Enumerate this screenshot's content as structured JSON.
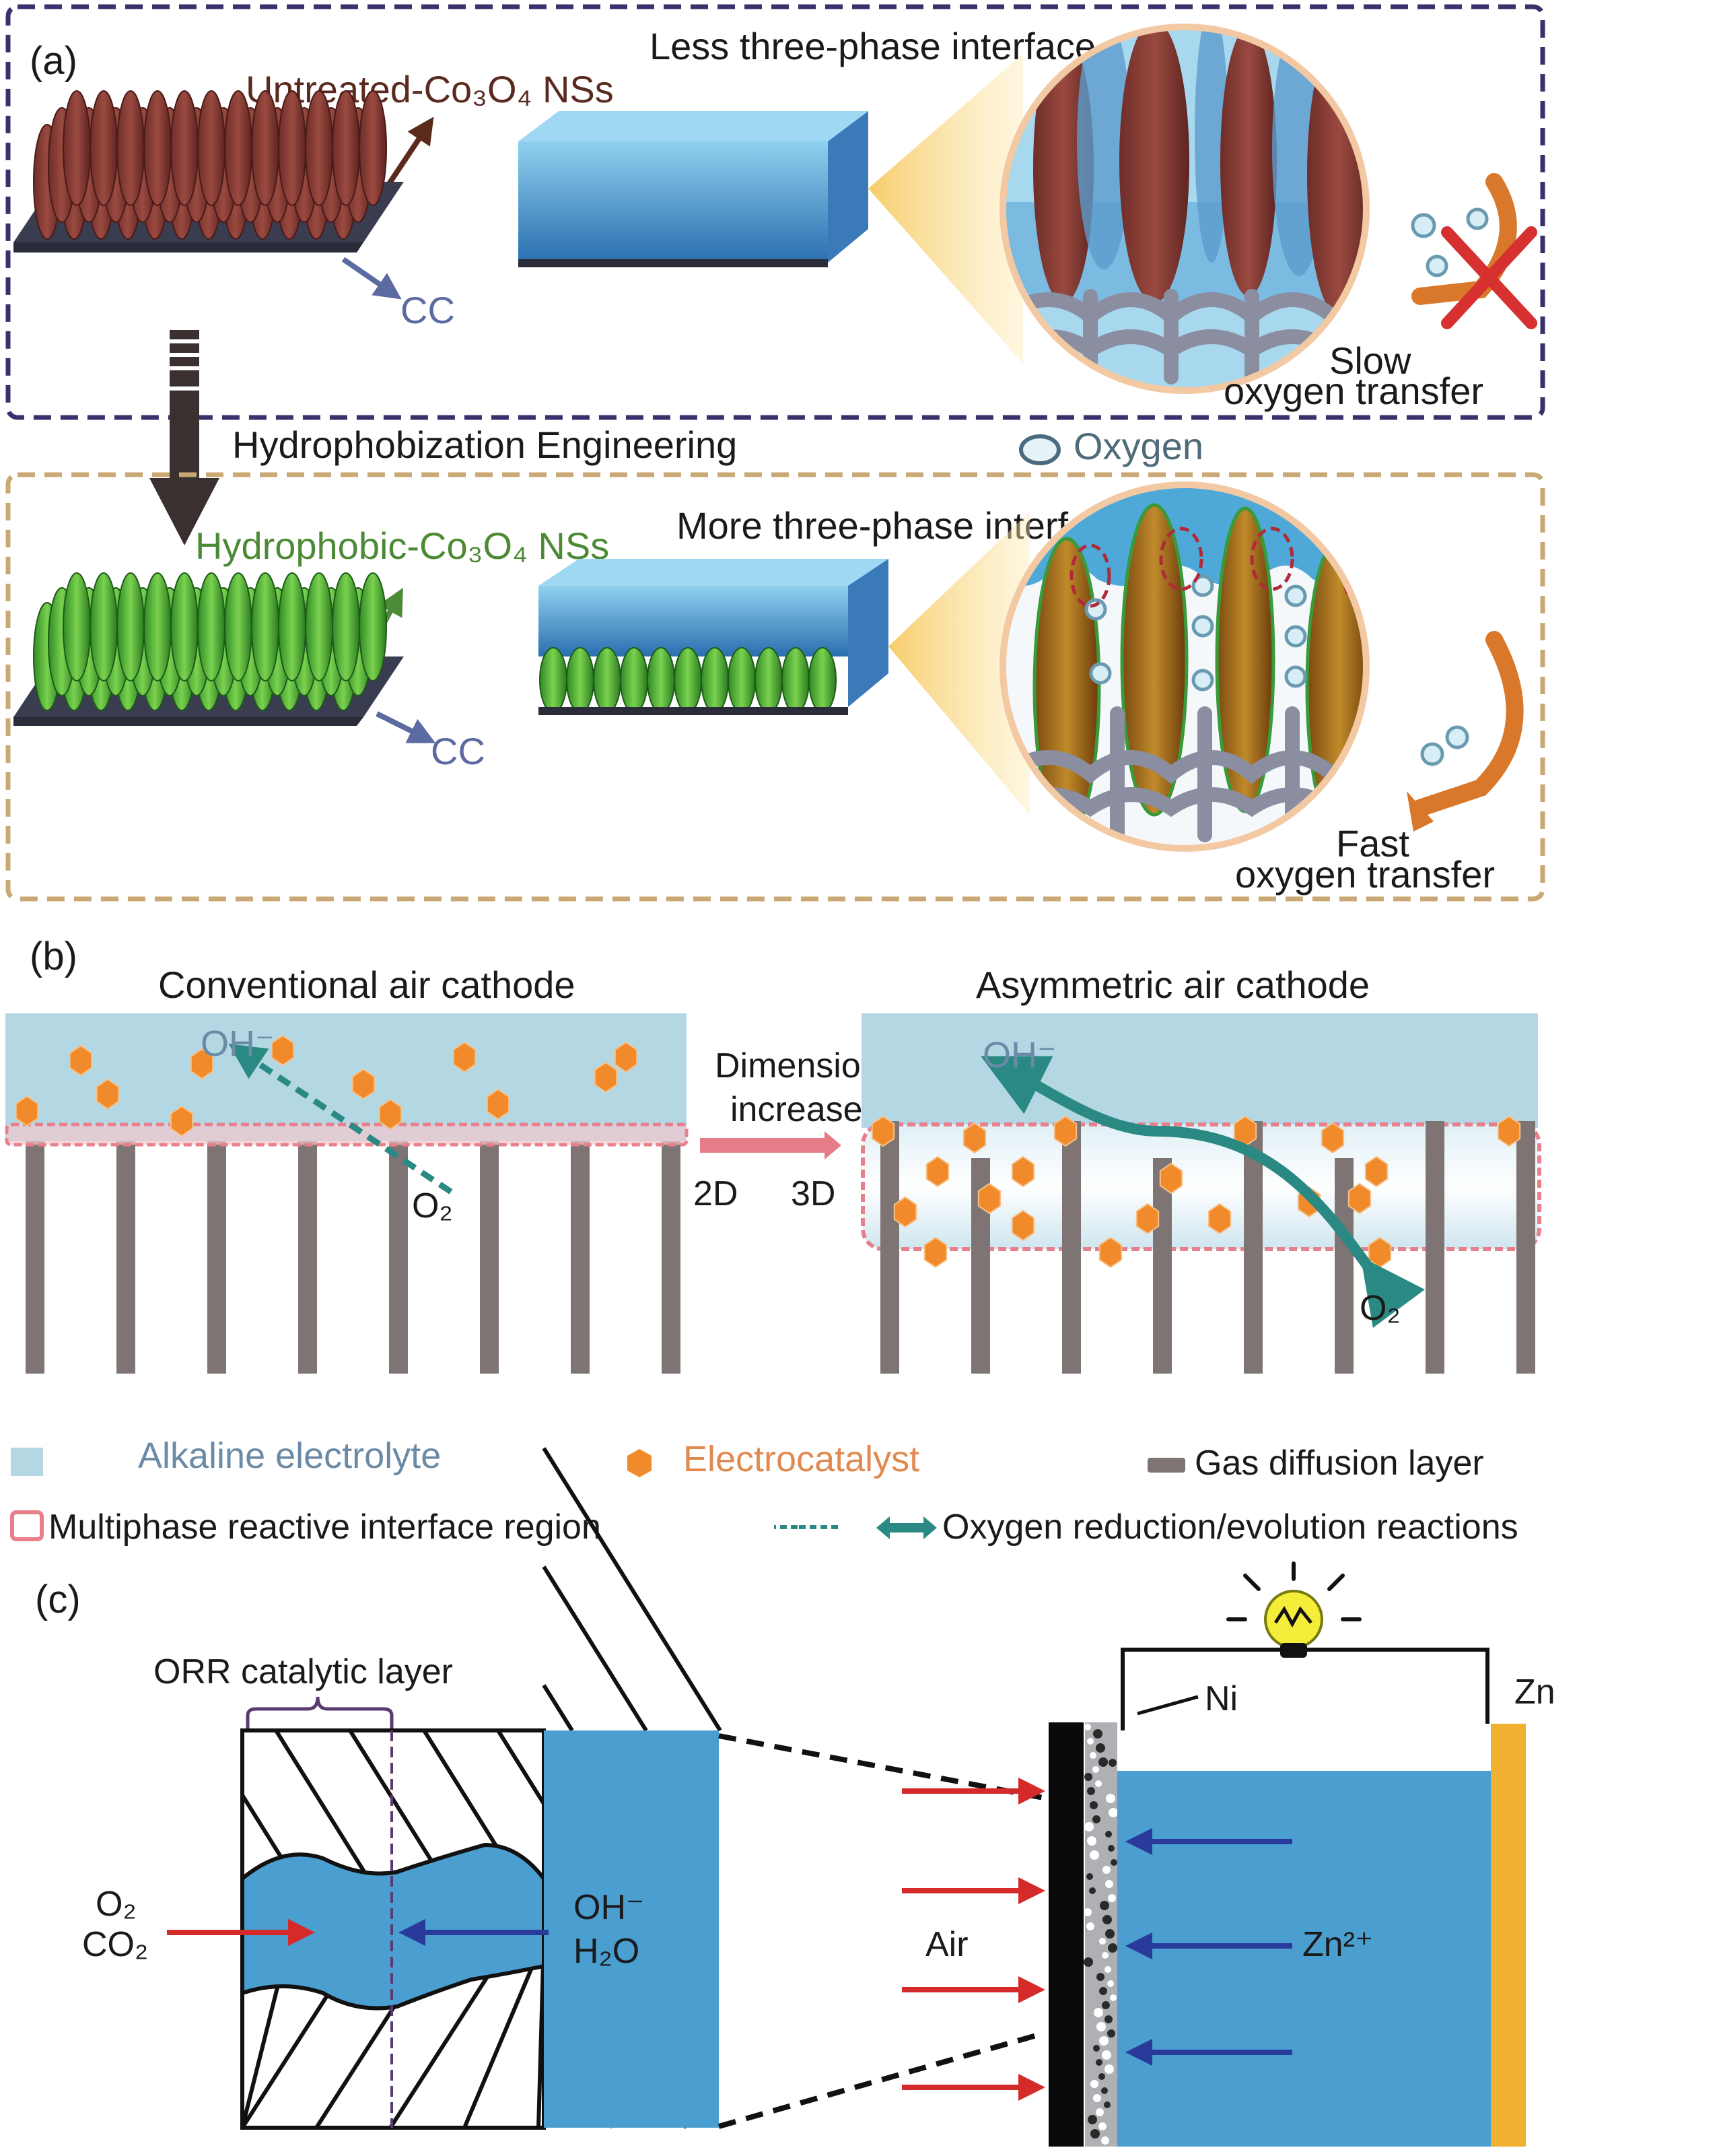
{
  "figure": {
    "panel_a": {
      "tag": "(a)",
      "top_box": {
        "title": "Less three-phase interface",
        "material_label": "Untreated-Co₃O₄ NSs",
        "substrate_label": "CC",
        "transfer_line1": "Slow",
        "transfer_line2": "oxygen transfer",
        "border_color": "#3d2f6b",
        "nanosheet_color": "#8a3a32"
      },
      "process_label": "Hydrophobization Engineering",
      "oxygen_legend": "Oxygen",
      "bottom_box": {
        "title": "More three-phase interface",
        "material_label": "Hydrophobic-Co₃O₄ NSs",
        "substrate_label": "CC",
        "transfer_line1": "Fast",
        "transfer_line2": "oxygen transfer",
        "border_color": "#c9a874",
        "nanosheet_color": "#49a836"
      }
    },
    "panel_b": {
      "tag": "(b)",
      "left_title": "Conventional air cathode",
      "right_title": "Asymmetric air cathode",
      "left_oh": "OH⁻",
      "left_o2": "O₂",
      "right_oh": "OH⁻",
      "right_o2": "O₂",
      "transition_line1": "Dimension",
      "transition_line2": "increase",
      "from_dim": "2D",
      "to_dim": "3D",
      "legend": {
        "electrolyte": "Alkaline electrolyte",
        "catalyst": "Electrocatalyst",
        "gdl": "Gas diffusion layer",
        "interface": "Multiphase reactive interface region",
        "reactions": "Oxygen reduction/evolution reactions"
      },
      "colors": {
        "electrolyte": "#b3d8e3",
        "catalyst": "#f08a2a",
        "gdl": "#7d7473",
        "interface": "#e8808c",
        "reaction_arrow": "#2a8a83"
      }
    },
    "panel_c": {
      "tag": "(c)",
      "layer_label": "ORR catalytic layer",
      "gas_in_line1": "O₂",
      "gas_in_line2": "CO₂",
      "ion_line1": "OH⁻",
      "ion_line2": "H₂O",
      "air_label": "Air",
      "ni_label": "Ni",
      "zn_label": "Zn",
      "zn_ion_label": "Zn²⁺",
      "colors": {
        "electrolyte": "#4a9ed0",
        "zinc": "#f0b030",
        "air_arrow": "#d42a2a",
        "ion_arrow": "#2a3a9a",
        "bulb": "#f4ee3a"
      }
    }
  }
}
